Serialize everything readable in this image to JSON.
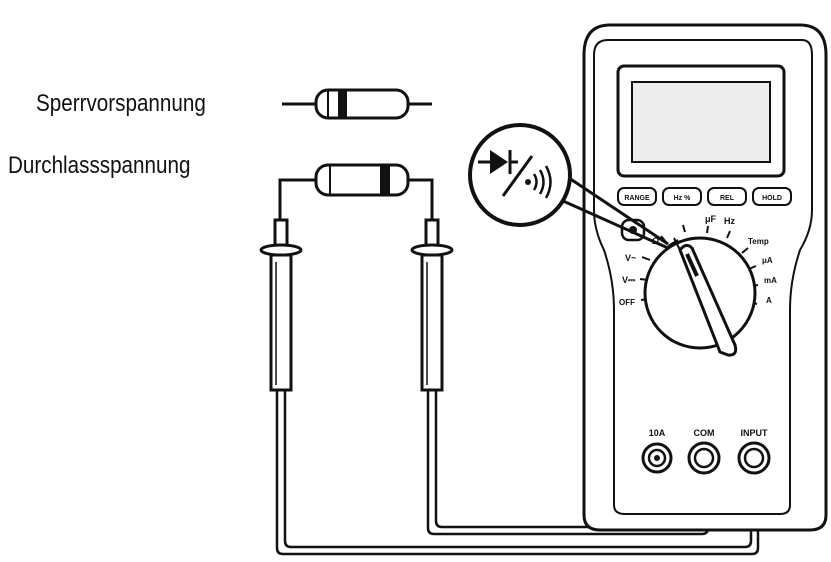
{
  "labels": {
    "reverse_bias": "Sperrvorspannung",
    "forward_bias": "Durchlassspannung"
  },
  "meter": {
    "buttons": [
      "RANGE",
      "Hz %",
      "REL",
      "HOLD"
    ],
    "dial": {
      "left": [
        "V~",
        "V⎓",
        "OFF"
      ],
      "top": [
        "Ω",
        "μF",
        "Hz"
      ],
      "right": [
        "Temp",
        "μA",
        "mA",
        "A"
      ]
    },
    "jacks": [
      "10A",
      "COM",
      "INPUT"
    ]
  },
  "colors": {
    "ink": "#111111",
    "paper": "#ffffff",
    "display": "#ececec"
  },
  "icons": [
    "diode-icon",
    "continuity-beeper-icon"
  ]
}
